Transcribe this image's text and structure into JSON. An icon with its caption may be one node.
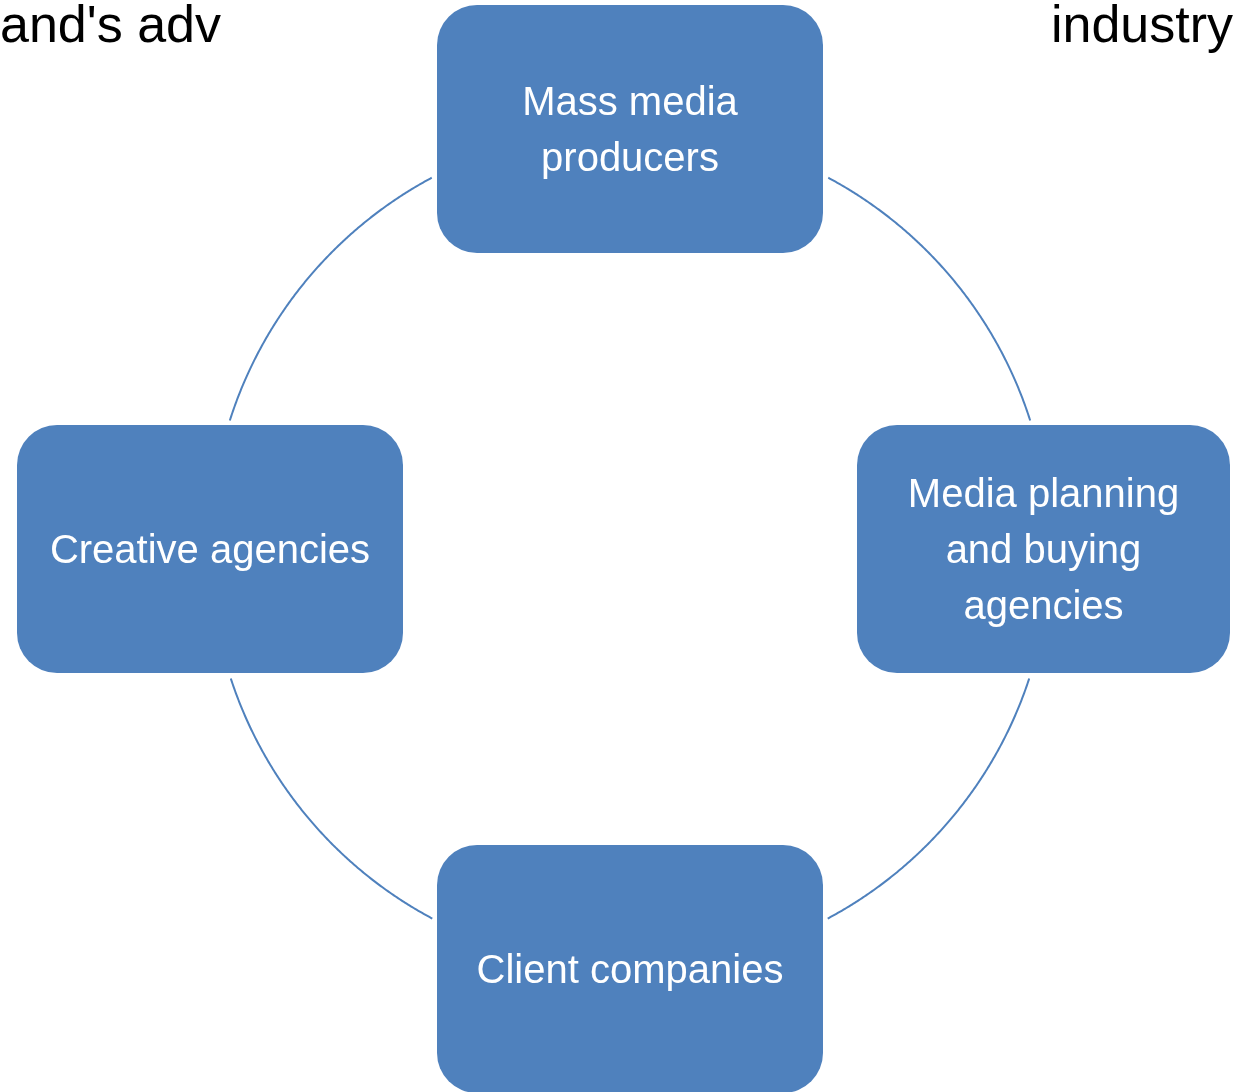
{
  "diagram": {
    "nodes": [
      {
        "text": [
          "Mass media producers"
        ]
      },
      {
        "text": [
          "Creative agencies"
        ]
      },
      {
        "text": [
          "Media planning and buying agencies"
        ]
      },
      {
        "text": [
          "Client companies"
        ]
      }
    ],
    "edges": [
      {
        "from": 0,
        "to": 2,
        "arrow": "none"
      },
      {
        "from": 2,
        "to": 3,
        "arrow": "none"
      },
      {
        "from": 3,
        "to": 1,
        "arrow": "none"
      },
      {
        "from": 1,
        "to": 0,
        "arrow": "none"
      }
    ],
    "labels": [
      "and's adv",
      "industry"
    ]
  }
}
